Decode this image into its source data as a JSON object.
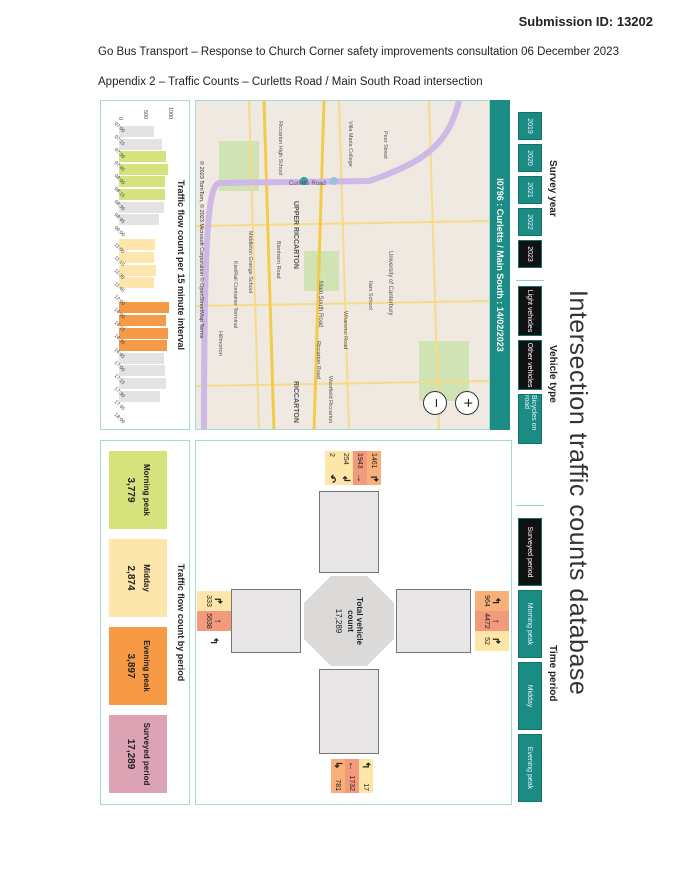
{
  "doc": {
    "submission_id": "Submission ID: 13202",
    "line1": "Go Bus Transport – Response to Church Corner safety improvements consultation 06 December 2023",
    "line2": "Appendix 2 – Traffic Counts – Curletts Road / Main South Road intersection"
  },
  "dashboard": {
    "title": "Intersection traffic counts database",
    "survey_year": {
      "label": "Survey year",
      "options": [
        "2019",
        "2020",
        "2021",
        "2022",
        "2023"
      ],
      "selected": "2023"
    },
    "vehicle_type": {
      "label": "Vehicle type",
      "options": [
        "Light vehicles",
        "Other vehicles",
        "Bicycles on road"
      ],
      "selected": [
        "Light vehicles",
        "Other vehicles"
      ]
    },
    "time_period": {
      "label": "Time period",
      "options": [
        "Surveyed period",
        "Morning peak",
        "Midday",
        "Evening peak"
      ],
      "selected": "Surveyed period"
    },
    "site_header": "I0796 : Curletts / Main South : 14/02/2023",
    "map": {
      "labels": [
        "Curletts Road",
        "Main South Road",
        "UPPER RICCARTON",
        "RICCARTON",
        "Riccarton High School",
        "Middleton Grange School",
        "Villa Maria College",
        "University of Canterbury",
        "Ilam School",
        "Blenheim Road",
        "Peer Street",
        "Wharenui Road",
        "Riccarton Road",
        "Westfield Riccarton",
        "Hillmorton",
        "KiwiRail Container Terminal"
      ],
      "attribution": "© 2023 TomTom, © 2023 Microsoft Corporation © OpenStreetMap Terms",
      "zoom_in": "+",
      "zoom_out": "−"
    },
    "intersection": {
      "total_label": "Total vehicle count",
      "total": "17,289",
      "north": [
        {
          "arrow": "↰",
          "value": "964"
        },
        {
          "arrow": "↑",
          "value": "4472"
        },
        {
          "arrow": "↱",
          "value": "52"
        }
      ],
      "south": [
        {
          "arrow": "↱",
          "value": "333"
        },
        {
          "arrow": "↑",
          "value": "5638"
        },
        {
          "arrow": "↰",
          "value": ""
        }
      ],
      "west": [
        {
          "arrow": "↱",
          "value": "1461"
        },
        {
          "arrow": "→",
          "value": "1943"
        },
        {
          "arrow": "↲",
          "value": "254"
        },
        {
          "arrow": "↶",
          "value": "2"
        }
      ],
      "east": [
        {
          "arrow": "↰",
          "value": "17"
        },
        {
          "arrow": "←",
          "value": "1732"
        },
        {
          "arrow": "↳",
          "value": "781"
        }
      ]
    },
    "periods": {
      "title": "Traffic flow count by period",
      "items": [
        {
          "label": "Morning peak",
          "value": "3,779",
          "color": "#d6e27c"
        },
        {
          "label": "Midday",
          "value": "2,874",
          "color": "#fde6ab"
        },
        {
          "label": "Evening peak",
          "value": "3,897",
          "color": "#f79a45"
        },
        {
          "label": "Surveyed period",
          "value": "17,289",
          "color": "#dca3b5"
        }
      ]
    }
  },
  "chart_data": {
    "type": "bar",
    "title": "Traffic flow count per 15 minute interval",
    "ylim": [
      0,
      1000
    ],
    "yticks": [
      "0",
      "500",
      "1000"
    ],
    "xticks": [
      "07:00",
      "07:15",
      "07:30",
      "07:45",
      "08:00",
      "08:15",
      "08:30",
      "08:45",
      "09:00",
      "11:00",
      "11:15",
      "11:30",
      "11:45",
      "12:00",
      "16:00",
      "16:15",
      "16:30",
      "16:45",
      "17:00",
      "17:15",
      "17:30",
      "17:45",
      "18:00"
    ],
    "groups": [
      {
        "name": "morning",
        "values": [
          700,
          860,
          950,
          990,
          920,
          920,
          900,
          800
        ],
        "colors": [
          "#e3e3e3",
          "#e3e3e3",
          "#d6e27c",
          "#d6e27c",
          "#d6e27c",
          "#d6e27c",
          "#e3e3e3",
          "#e3e3e3"
        ]
      },
      {
        "name": "midday",
        "values": [
          720,
          710,
          750,
          694
        ],
        "colors": [
          "#fde6ab",
          "#fde6ab",
          "#fde6ab",
          "#fde6ab"
        ]
      },
      {
        "name": "evening",
        "values": [
          1000,
          950,
          990,
          957,
          900,
          930,
          940,
          820
        ],
        "colors": [
          "#f79a45",
          "#f79a45",
          "#f79a45",
          "#f79a45",
          "#e3e3e3",
          "#e3e3e3",
          "#e3e3e3",
          "#e3e3e3"
        ]
      }
    ]
  }
}
